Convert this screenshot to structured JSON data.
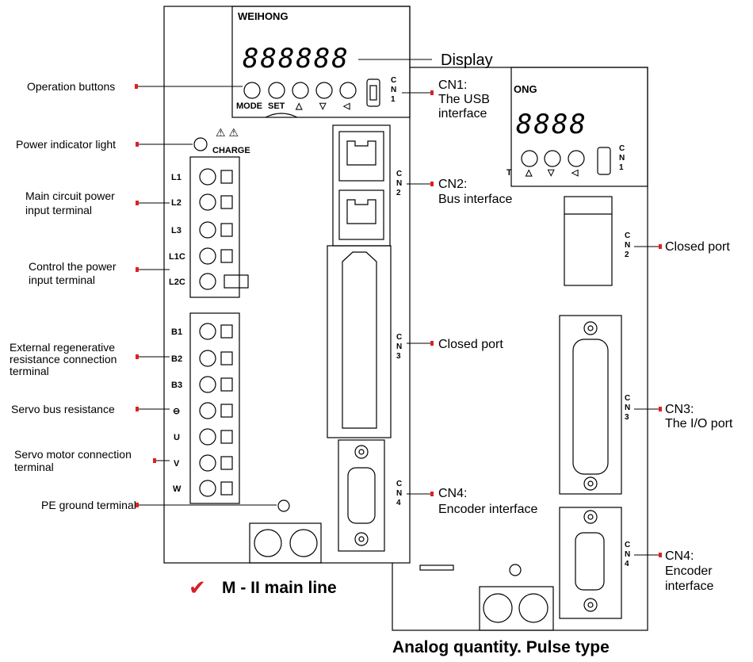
{
  "left_unit": {
    "brand": "WEIHONG",
    "display_digits": "888888",
    "buttons": [
      "MODE",
      "SET",
      "△",
      "▽",
      "◁"
    ],
    "charge_label": "CHARGE",
    "terminals_top": [
      "L1",
      "L2",
      "L3",
      "L1C",
      "L2C"
    ],
    "terminals_bottom": [
      "B1",
      "B2",
      "B3",
      "⊖",
      "U",
      "V",
      "W"
    ],
    "cn1": "CN1",
    "cn2": "CN2",
    "cn3": "CN3",
    "cn4": "CN4",
    "caption": "M - II main line",
    "check_mark": "✔"
  },
  "right_unit": {
    "brand_partial": "ONG",
    "display_digits": "8888",
    "buttons_partial": [
      "T",
      "△",
      "▽",
      "◁"
    ],
    "cn1": "CN1",
    "cn2": "CN2",
    "cn3": "CN3",
    "cn4": "CN4",
    "caption": "Analog quantity. Pulse type"
  },
  "left_labels": {
    "operation_buttons": "Operation buttons",
    "power_indicator": "Power indicator light",
    "main_circuit_1": "Main circuit power",
    "main_circuit_2": "input terminal",
    "control_power_1": "Control the power",
    "control_power_2": "input terminal",
    "ext_regen_1": "External regenerative",
    "ext_regen_2": "resistance connection",
    "ext_regen_3": "terminal",
    "servo_bus": "Servo bus resistance",
    "servo_motor_1": "Servo motor connection",
    "servo_motor_2": "terminal",
    "pe_ground": "PE ground terminal"
  },
  "center_labels": {
    "display": "Display",
    "cn1_1": "CN1:",
    "cn1_2": "The USB",
    "cn1_3": "interface",
    "cn2_1": "CN2:",
    "cn2_2": "Bus interface",
    "cn3": "Closed port",
    "cn4_1": "CN4:",
    "cn4_2": "Encoder interface"
  },
  "right_labels": {
    "cn2": "Closed port",
    "cn3_1": "CN3:",
    "cn3_2": "The I/O port",
    "cn4_1": "CN4:",
    "cn4_2": "Encoder",
    "cn4_3": "interface"
  },
  "colors": {
    "line": "#000000",
    "check": "#d41f26",
    "leader": "#e02020"
  }
}
